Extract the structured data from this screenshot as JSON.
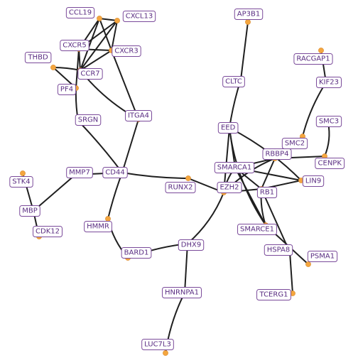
{
  "diagram": {
    "type": "network",
    "colors": {
      "node": "#f4a63f",
      "edge": "#1f1f1f",
      "label_text": "#5a2d82",
      "label_border": "#7a4a9a"
    },
    "nodes": [
      {
        "id": "CCL19"
      },
      {
        "id": "CXCL13"
      },
      {
        "id": "CXCR5"
      },
      {
        "id": "CXCR3"
      },
      {
        "id": "THBD"
      },
      {
        "id": "CCR7"
      },
      {
        "id": "PF4"
      },
      {
        "id": "SRGN"
      },
      {
        "id": "ITGA4"
      },
      {
        "id": "AP3B1"
      },
      {
        "id": "CLTC"
      },
      {
        "id": "RACGAP1"
      },
      {
        "id": "KIF23"
      },
      {
        "id": "SMC3"
      },
      {
        "id": "SMC2"
      },
      {
        "id": "CENPK"
      },
      {
        "id": "EED"
      },
      {
        "id": "RBBP4"
      },
      {
        "id": "SMARCA1"
      },
      {
        "id": "LIN9"
      },
      {
        "id": "STK4"
      },
      {
        "id": "MMP7"
      },
      {
        "id": "CD44"
      },
      {
        "id": "RUNX2"
      },
      {
        "id": "EZH2"
      },
      {
        "id": "RB1"
      },
      {
        "id": "MBP"
      },
      {
        "id": "CDK12"
      },
      {
        "id": "HMMR"
      },
      {
        "id": "SMARCE1"
      },
      {
        "id": "DHX9"
      },
      {
        "id": "BARD1"
      },
      {
        "id": "HSPA8"
      },
      {
        "id": "PSMA1"
      },
      {
        "id": "HNRNPA1"
      },
      {
        "id": "TCERG1"
      },
      {
        "id": "LUC7L3"
      }
    ],
    "edges": [
      [
        "CCL19",
        "CXCL13"
      ],
      [
        "CCL19",
        "CXCR5"
      ],
      [
        "CCL19",
        "CXCR3"
      ],
      [
        "CCL19",
        "CCR7"
      ],
      [
        "CXCL13",
        "CXCR5"
      ],
      [
        "CXCL13",
        "CXCR3"
      ],
      [
        "CXCL13",
        "CCR7"
      ],
      [
        "CXCR5",
        "CXCR3"
      ],
      [
        "CXCR5",
        "CCR7"
      ],
      [
        "CXCR3",
        "CCR7"
      ],
      [
        "THBD",
        "CCR7"
      ],
      [
        "THBD",
        "PF4"
      ],
      [
        "CXCR5",
        "PF4"
      ],
      [
        "PF4",
        "SRGN"
      ],
      [
        "SRGN",
        "CD44"
      ],
      [
        "CCR7",
        "ITGA4"
      ],
      [
        "CXCR3",
        "ITGA4"
      ],
      [
        "ITGA4",
        "CD44"
      ],
      [
        "MMP7",
        "CD44"
      ],
      [
        "CD44",
        "HMMR"
      ],
      [
        "HMMR",
        "BARD1"
      ],
      [
        "BARD1",
        "DHX9"
      ],
      [
        "DHX9",
        "HNRNPA1"
      ],
      [
        "HNRNPA1",
        "LUC7L3"
      ],
      [
        "DHX9",
        "EZH2"
      ],
      [
        "AP3B1",
        "CLTC"
      ],
      [
        "CLTC",
        "EED"
      ],
      [
        "RACGAP1",
        "KIF23"
      ],
      [
        "KIF23",
        "SMC2"
      ],
      [
        "SMC3",
        "CENPK"
      ],
      [
        "SMC2",
        "RBBP4"
      ],
      [
        "RBBP4",
        "CENPK"
      ],
      [
        "EED",
        "EZH2"
      ],
      [
        "EED",
        "SMARCA1"
      ],
      [
        "EED",
        "LIN9"
      ],
      [
        "EED",
        "SMARCE1"
      ],
      [
        "RBBP4",
        "EZH2"
      ],
      [
        "RBBP4",
        "RB1"
      ],
      [
        "RBBP4",
        "SMARCA1"
      ],
      [
        "SMARCA1",
        "EZH2"
      ],
      [
        "SMARCA1",
        "RB1"
      ],
      [
        "SMARCA1",
        "SMARCE1"
      ],
      [
        "SMARCA1",
        "LIN9"
      ],
      [
        "RUNX2",
        "EZH2"
      ],
      [
        "RUNX2",
        "CD44"
      ],
      [
        "EZH2",
        "RB1"
      ],
      [
        "RB1",
        "LIN9"
      ],
      [
        "RB1",
        "SMARCE1"
      ],
      [
        "RB1",
        "HSPA8"
      ],
      [
        "SMARCE1",
        "PSMA1"
      ],
      [
        "HSPA8",
        "TCERG1"
      ],
      [
        "STK4",
        "MBP"
      ],
      [
        "MMP7",
        "MBP"
      ],
      [
        "MBP",
        "CDK12"
      ]
    ]
  }
}
